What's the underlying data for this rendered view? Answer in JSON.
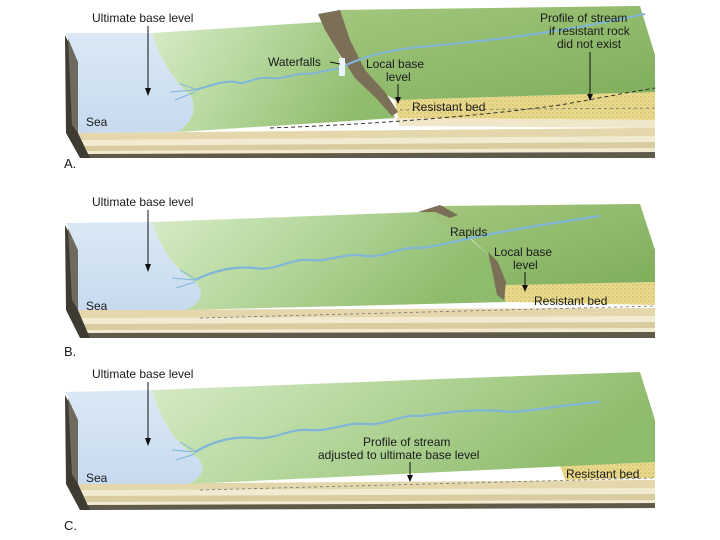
{
  "panels": [
    {
      "letter": "A.",
      "ultimate": "Ultimate base level",
      "sea": "Sea",
      "waterfalls": "Waterfalls",
      "local_line1": "Local base",
      "local_line2": "level",
      "resistant": "Resistant bed",
      "profile_line1": "Profile of stream",
      "profile_line2": "if resistant rock",
      "profile_line3": "did not exist"
    },
    {
      "letter": "B.",
      "ultimate": "Ultimate base level",
      "sea": "Sea",
      "rapids": "Rapids",
      "local_line1": "Local base",
      "local_line2": "level",
      "resistant": "Resistant bed"
    },
    {
      "letter": "C.",
      "ultimate": "Ultimate base level",
      "sea": "Sea",
      "adjusted_line1": "Profile of stream",
      "adjusted_line2": "adjusted to ultimate base level",
      "resistant": "Resistant bed"
    }
  ],
  "colors": {
    "sea": "#d6e6f4",
    "land_light": "#c9e2b8",
    "land_mid": "#a9cf8f",
    "land_dark": "#86b466",
    "river": "#7fb6d9",
    "strata_tan": "#efe6c9",
    "strata_dark": "#5e5a4c",
    "resistant_bed": "#e8d98a",
    "cliff": "#7a6e58"
  }
}
